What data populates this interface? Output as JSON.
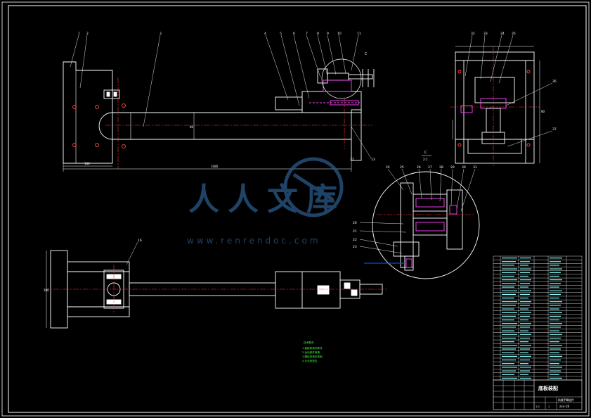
{
  "drawing": {
    "title_block": {
      "part_name": "底板装配",
      "drawing_no": "zxx-18",
      "subtitle": "机械手臂组件",
      "scale": "1:2",
      "sheet": "1"
    },
    "watermark": {
      "brand": "人人文库",
      "url": "www.renrendoc.com"
    },
    "tech_notes": {
      "heading": "技术要求",
      "lines": [
        "1.装配前清洗零件",
        "2.运动部件润滑",
        "3.螺栓按规定紧固",
        "4.去毛刺锐边"
      ]
    },
    "detail_label": "C",
    "detail_scale": "2:1",
    "dims": {
      "top_length": "1080",
      "top_height": "80",
      "base_width": "180",
      "side_height": "80",
      "left_height": "180"
    },
    "balloons_top": [
      "1",
      "2",
      "3",
      "4",
      "5",
      "6",
      "7",
      "8",
      "9",
      "10",
      "11"
    ],
    "balloons_side": [
      "32",
      "33",
      "34",
      "35",
      "36",
      "37"
    ],
    "balloons_detail": [
      "24",
      "25",
      "26",
      "27",
      "28",
      "29",
      "30",
      "31",
      "20",
      "21",
      "22",
      "23"
    ],
    "balloon_bottom": "16",
    "balloon_misc": [
      "13",
      "12"
    ],
    "colors": {
      "background": "#000000",
      "outline": "#ffffff",
      "center": "#ff3333",
      "hidden": "#ff44ff",
      "dim": "#00ffff",
      "leader": "#e0e0e0",
      "note": "#33ff33",
      "watermark": "#2a5a88"
    },
    "parts_list_rows": 34
  }
}
